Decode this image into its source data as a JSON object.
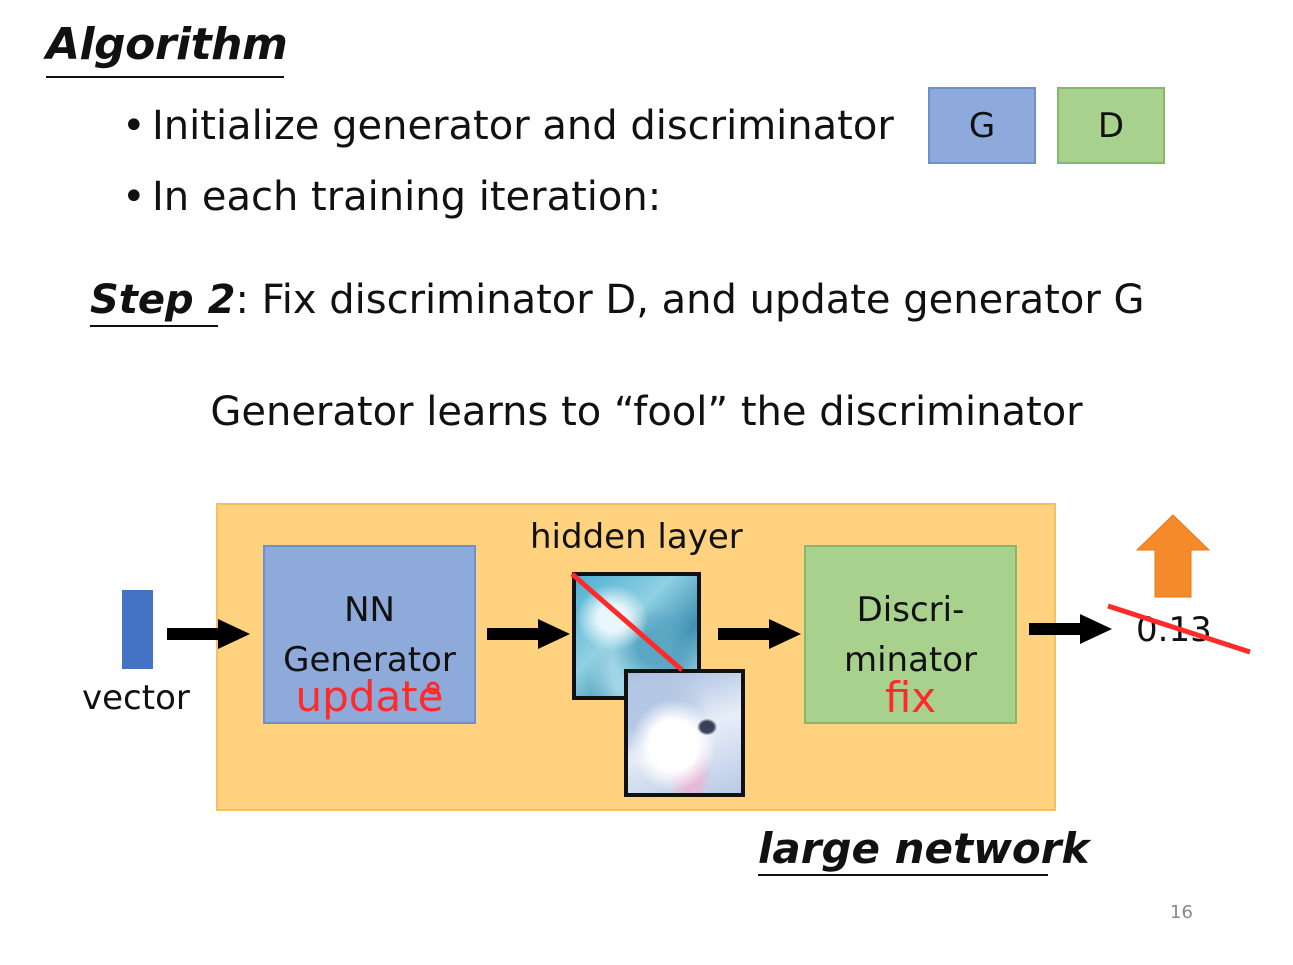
{
  "title": "Algorithm",
  "bullets": [
    "Initialize generator and discriminator",
    "In each training iteration:"
  ],
  "bullet_symbol": "•",
  "boxes": {
    "g": "G",
    "d": "D"
  },
  "step": {
    "label": "Step 2",
    "text": ": Fix discriminator D, and update generator G"
  },
  "subtitle": "Generator learns to “fool” the discriminator",
  "diagram": {
    "vector_label": "vector",
    "generator": {
      "line1": "NN",
      "line2": "Generator",
      "annotation": "update"
    },
    "hidden_layer_label": "hidden layer",
    "discriminator": {
      "line1": "Discri-",
      "line2": "minator",
      "annotation": "fix"
    },
    "output_value": "0.13",
    "network_label": "large network"
  },
  "page_number": "16",
  "colors": {
    "generator": "#8eaadb",
    "discriminator": "#a9d18e",
    "network_area": "#ffd27f",
    "vector": "#4472c4",
    "annotation_red": "#ff2a2a",
    "up_arrow": "#f58a2a"
  }
}
